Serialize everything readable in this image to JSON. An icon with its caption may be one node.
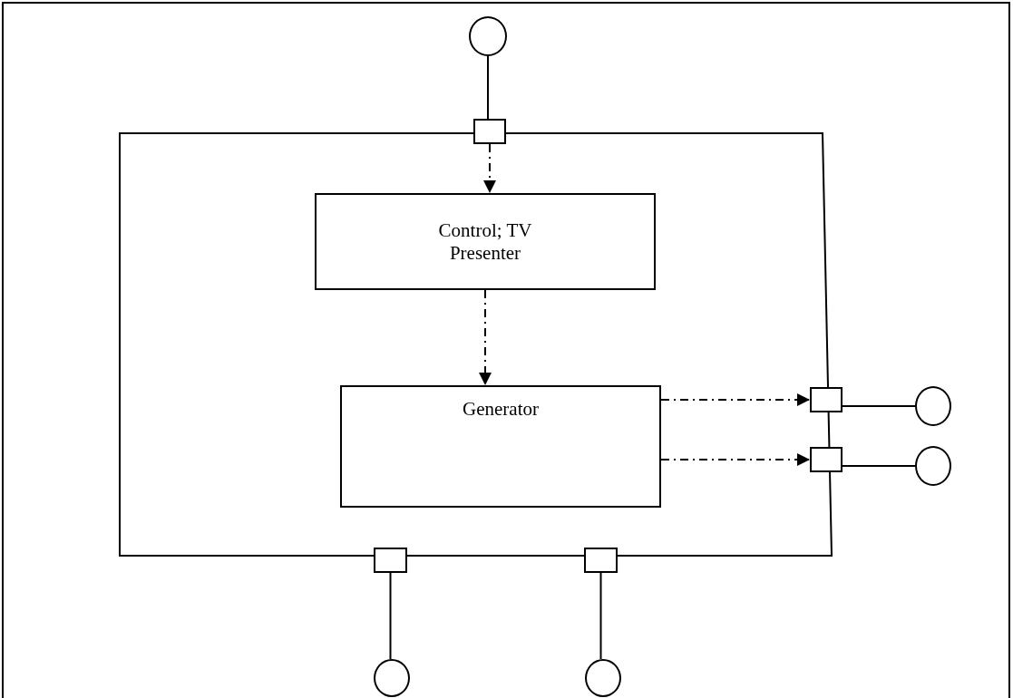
{
  "diagram": {
    "nodes": [
      {
        "text": [],
        "shape": "box"
      },
      {
        "text": [],
        "shape": "circle"
      },
      {
        "text": [],
        "shape": "box"
      },
      {
        "text": [
          "Control; TV Presenter"
        ],
        "in": 0
      },
      {
        "text": [
          "Generator"
        ],
        "in": 0
      },
      {
        "text": [],
        "shape": "box"
      },
      {
        "text": [],
        "shape": "circle"
      },
      {
        "text": [],
        "shape": "box"
      },
      {
        "text": [],
        "shape": "circle"
      },
      {
        "text": [],
        "shape": "box"
      },
      {
        "text": [],
        "shape": "box"
      },
      {
        "text": [],
        "shape": "circle"
      },
      {
        "text": [],
        "shape": "circle"
      }
    ],
    "edges": [
      {
        "from": 1,
        "to": 2,
        "arrow": "none"
      },
      {
        "from": 2,
        "to": 3,
        "arrow": "to",
        "style": "dashed"
      },
      {
        "from": 3,
        "to": 4,
        "arrow": "to",
        "style": "dashed"
      },
      {
        "from": 4,
        "to": 5,
        "arrow": "to",
        "style": "dashed"
      },
      {
        "from": 4,
        "to": 7,
        "arrow": "to",
        "style": "dashed"
      },
      {
        "from": 5,
        "to": 6,
        "arrow": "none"
      },
      {
        "from": 7,
        "to": 8,
        "arrow": "none"
      },
      {
        "from": 9,
        "to": 11,
        "arrow": "none"
      },
      {
        "from": 10,
        "to": 12,
        "arrow": "none"
      }
    ]
  }
}
